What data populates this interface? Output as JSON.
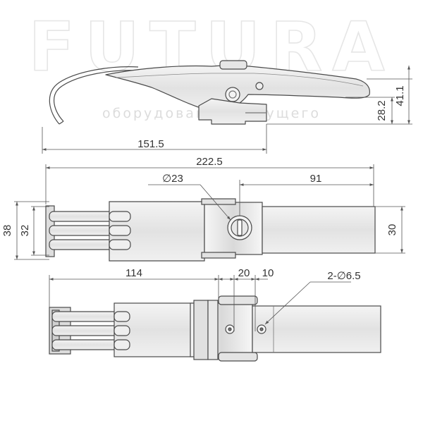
{
  "watermark": {
    "brand": "FUTURA",
    "tagline": "оборудование будущего"
  },
  "side_view": {
    "dim_overall_length": "151.5",
    "dim_height_small": "28.2",
    "dim_height_large": "41.1"
  },
  "top_view": {
    "dim_overall_length": "222.5",
    "dim_lock_diameter": "∅23",
    "dim_lock_offset": "91",
    "dim_width_38": "38",
    "dim_width_32": "32",
    "dim_width_30": "30"
  },
  "bottom_view": {
    "dim_base_length": "114",
    "dim_hole_spacing_20": "20",
    "dim_hole_spacing_10": "10",
    "dim_holes": "2-∅6.5"
  },
  "colors": {
    "part_fill": "#ececec",
    "part_dark": "#d2d2d2",
    "outline": "#4a4a4a",
    "dimension_line": "#555555"
  }
}
